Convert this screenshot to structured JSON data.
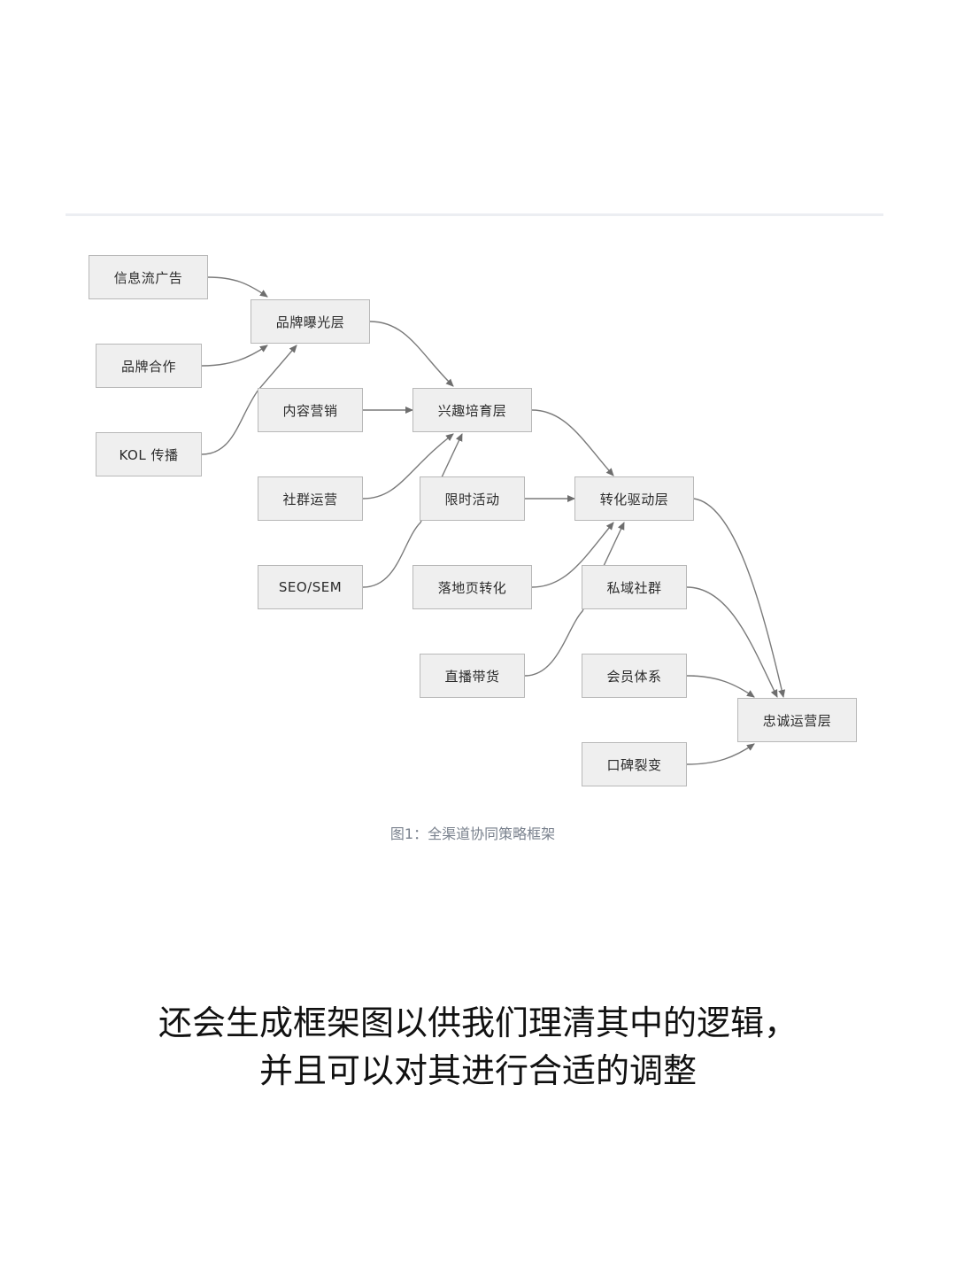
{
  "diagram": {
    "nodes": {
      "xinxiliu": "信息流广告",
      "pinpai_hezuo": "品牌合作",
      "kol": "KOL 传播",
      "pinpai_baoguang": "品牌曝光层",
      "neirong": "内容营销",
      "shequn_yunying": "社群运营",
      "seo": "SEO/SEM",
      "xingqu": "兴趣培育层",
      "xianshi": "限时活动",
      "luodiye": "落地页转化",
      "zhibo": "直播带货",
      "zhuanhua": "转化驱动层",
      "siyu": "私域社群",
      "huiyuan": "会员体系",
      "koubei": "口碑裂变",
      "zhongcheng": "忠诚运营层"
    },
    "caption": "图1：全渠道协同策略框架"
  },
  "text": {
    "line1": "还会生成框架图以供我们理清其中的逻辑，",
    "line2": "并且可以对其进行合适的调整"
  },
  "colors": {
    "node_fill": "#efefef",
    "node_border": "#b8b8b8",
    "edge": "#6e6e6e",
    "caption": "#7a828e"
  }
}
